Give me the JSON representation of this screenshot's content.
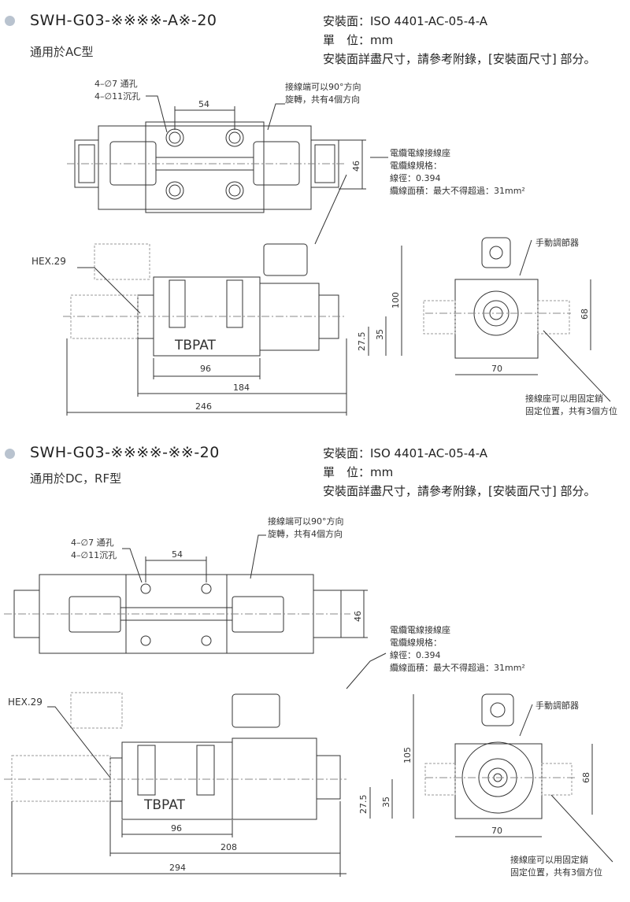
{
  "sections": [
    {
      "model": "SWH-G03-※※※※-A※-20",
      "subtitle": "通用於AC型",
      "spec_mount": "安裝面：ISO 4401-AC-05-4-A",
      "spec_unit": "單　位：mm",
      "spec_note": "安裝面詳盡尺寸，請參考附錄，[安裝面尺寸] 部分。",
      "holes_1": "4–∅7  通孔",
      "holes_2": "4–∅11沉孔",
      "terminal_1": "接線端可以90°方向",
      "terminal_2": "旋轉，共有4個方向",
      "connector_title": "電纜電線接線座",
      "connector_spec": "電纜線規格：",
      "connector_dia": "線徑：0.394",
      "connector_area": "纜線面積：最大不得超過：31mm²",
      "hex": "HEX.29",
      "manual": "手動調節器",
      "brand": "TBPAT",
      "fix_1": "接線座可以用固定銷",
      "fix_2": "固定位置，共有3個方位",
      "dim_54": "54",
      "dim_46": "46",
      "dim_100": "100",
      "dim_27_5": "27.5",
      "dim_35": "35",
      "dim_96": "96",
      "dim_184": "184",
      "dim_246": "246",
      "dim_68": "68",
      "dim_70": "70"
    },
    {
      "model": "SWH-G03-※※※※-※※-20",
      "subtitle": "通用於DC，RF型",
      "spec_mount": "安裝面：ISO 4401-AC-05-4-A",
      "spec_unit": "單　位：mm",
      "spec_note": "安裝面詳盡尺寸，請參考附錄，[安裝面尺寸] 部分。",
      "holes_1": "4–∅7  通孔",
      "holes_2": "4–∅11沉孔",
      "terminal_1": "接線端可以90°方向",
      "terminal_2": "旋轉，共有4個方向",
      "connector_title": "電纜電線接線座",
      "connector_spec": "電纜線規格：",
      "connector_dia": "線徑：0.394",
      "connector_area": "纜線面積：最大不得超過：31mm²",
      "hex": "HEX.29",
      "manual": "手動調節器",
      "brand": "TBPAT",
      "fix_1": "接線座可以用固定銷",
      "fix_2": "固定位置，共有3個方位",
      "dim_54": "54",
      "dim_46": "46",
      "dim_105": "105",
      "dim_27_5": "27.5",
      "dim_35": "35",
      "dim_96": "96",
      "dim_208": "208",
      "dim_294": "294",
      "dim_68": "68",
      "dim_70": "70"
    }
  ]
}
